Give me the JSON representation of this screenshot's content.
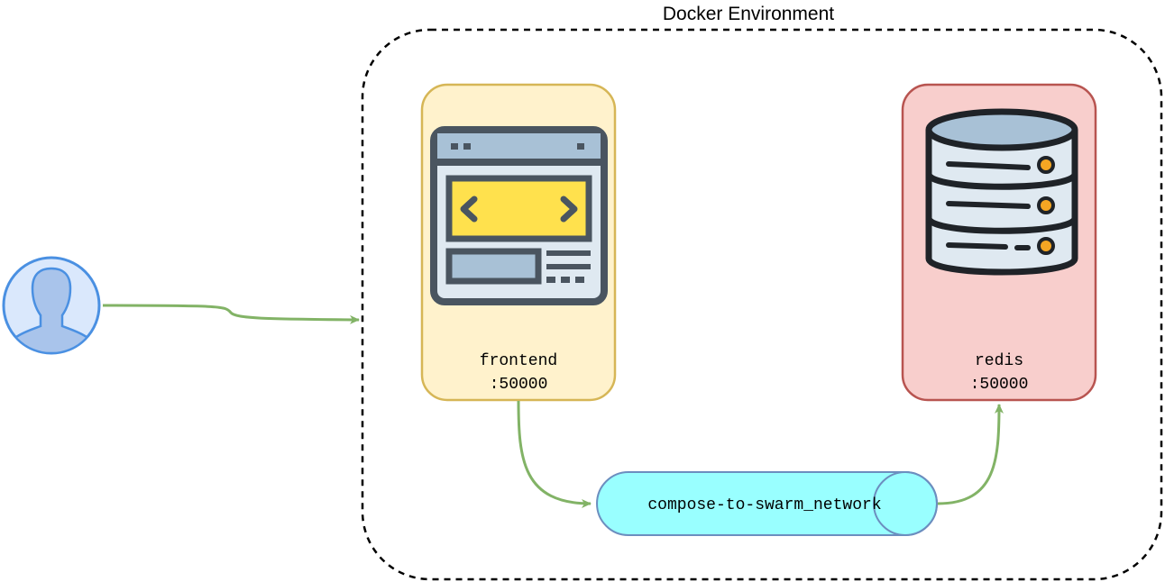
{
  "environment": {
    "title": "Docker Environment"
  },
  "services": {
    "frontend": {
      "name": "frontend",
      "port": ":50000"
    },
    "redis": {
      "name": "redis",
      "port": ":50000"
    }
  },
  "network": {
    "name": "compose-to-swarm_network"
  },
  "icons": {
    "user": "user-icon",
    "frontend": "web-browser-icon",
    "redis": "database-server-icon"
  },
  "colors": {
    "frontend_fill": "#fff2cc",
    "frontend_stroke": "#d6b656",
    "redis_fill": "#f8cecc",
    "redis_stroke": "#b85450",
    "network_fill": "#99ffff",
    "network_stroke": "#6c8ebf",
    "connector": "#82b366"
  }
}
